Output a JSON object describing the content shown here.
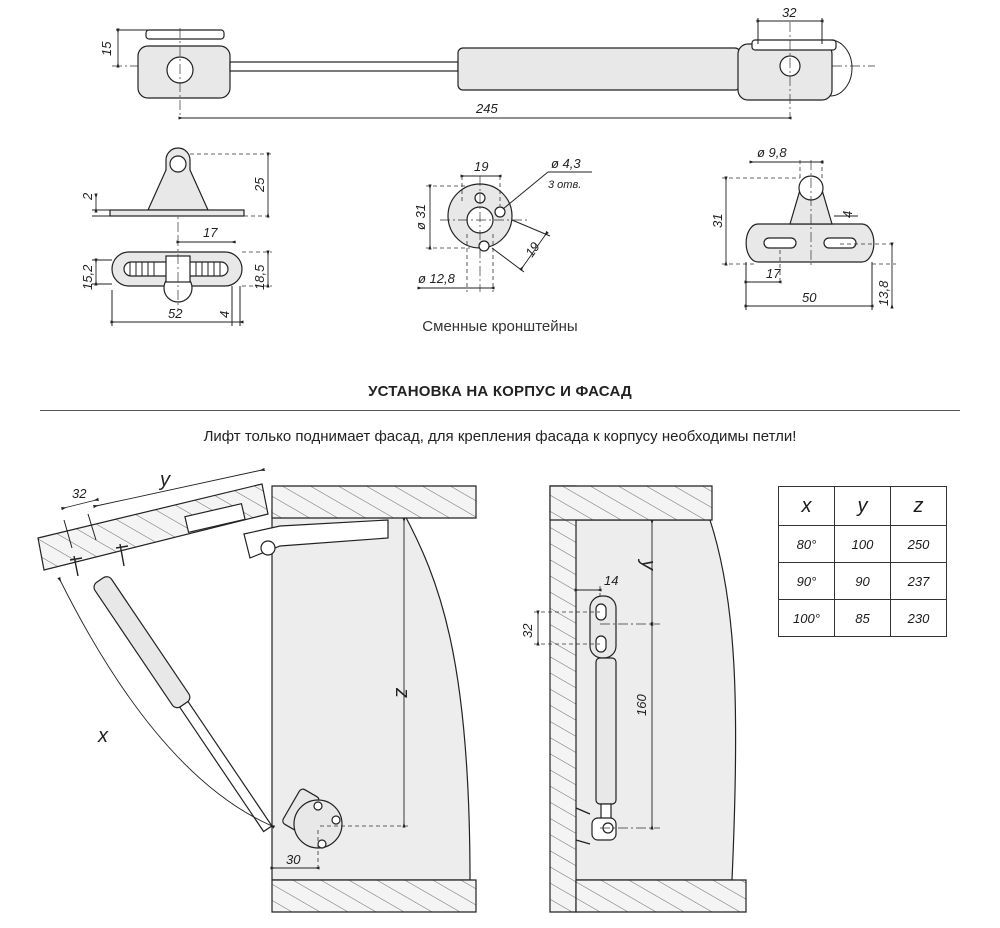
{
  "top_view": {
    "dim_15": "15",
    "dim_32": "32",
    "dim_245": "245"
  },
  "bracket_left": {
    "dim_2": "2",
    "dim_25": "25",
    "dim_17": "17",
    "dim_15_2": "15,2",
    "dim_18_5": "18,5",
    "dim_4": "4",
    "dim_52": "52"
  },
  "bracket_mid": {
    "dim_19_top": "19",
    "dim_d4_3": "ø 4,3",
    "holes_note": "3 отв.",
    "dim_d31": "ø 31",
    "dim_19_diag": "19",
    "dim_d12_8": "ø 12,8"
  },
  "bracket_right": {
    "dim_d9_8": "ø 9,8",
    "dim_31": "31",
    "dim_4": "4",
    "dim_17": "17",
    "dim_50": "50",
    "dim_13_8": "13,8"
  },
  "caption": "Сменные кронштейны",
  "section_title": "УСТАНОВКА НА КОРПУС И ФАСАД",
  "notice": "Лифт только поднимает фасад, для крепления фасада к корпусу необходимы петли!",
  "install_left": {
    "dim_32": "32",
    "label_y": "y",
    "label_x": "x",
    "label_z": "z",
    "dim_30": "30"
  },
  "install_right": {
    "label_y": "y",
    "dim_14": "14",
    "dim_32": "32",
    "dim_160": "160"
  },
  "spec_table": {
    "headers": [
      "x",
      "y",
      "z"
    ],
    "rows": [
      [
        "80°",
        "100",
        "250"
      ],
      [
        "90°",
        "90",
        "237"
      ],
      [
        "100°",
        "85",
        "230"
      ]
    ]
  }
}
